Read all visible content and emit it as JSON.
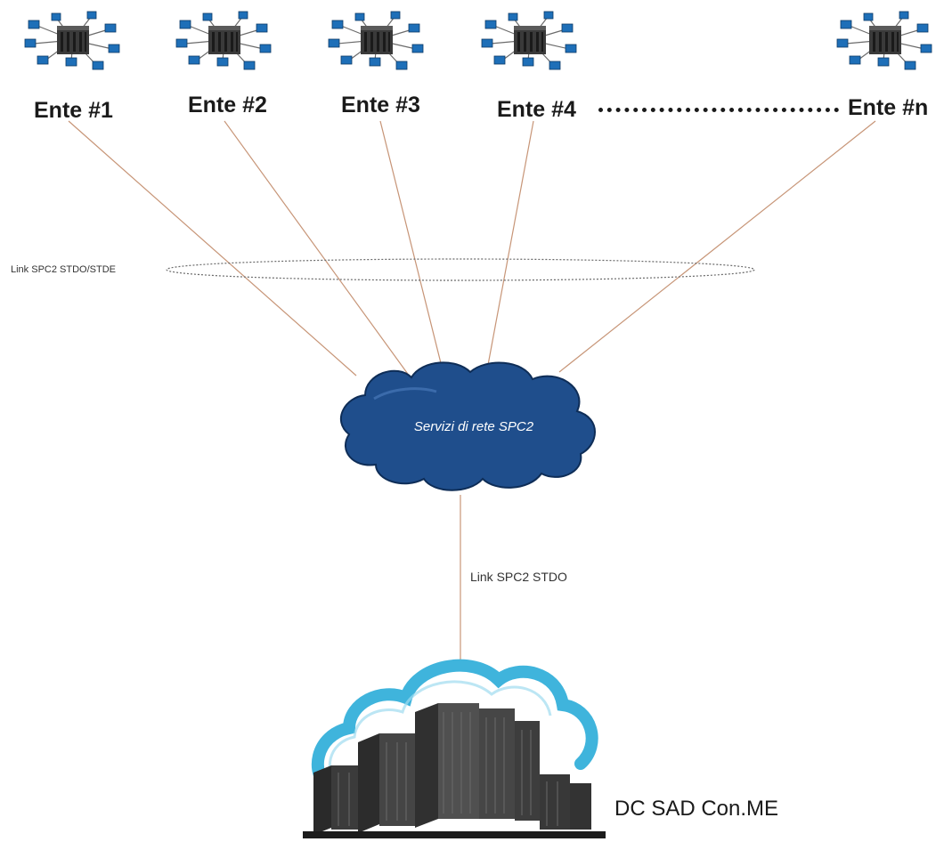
{
  "entities": [
    {
      "label": "Ente #1"
    },
    {
      "label": "Ente #2"
    },
    {
      "label": "Ente #3"
    },
    {
      "label": "Ente #4"
    },
    {
      "label": "Ente #n"
    }
  ],
  "links": {
    "access_label": "Link SPC2 STDO/STDE",
    "datacenter_label": "Link SPC2 STDO"
  },
  "cloud": {
    "label": "Servizi di rete SPC2"
  },
  "datacenter": {
    "label": "DC SAD Con.ME"
  },
  "colors": {
    "link_line": "#c79577",
    "cloud_fill": "#1f4e8c",
    "dc_cloud_outline": "#3fb4dc",
    "network_icon": "#1e6fb8",
    "server_icon": "#3a3a3a"
  },
  "icons": {
    "entity": "lan-network-icon",
    "datacenter": "cloud-datacenter-icon"
  }
}
